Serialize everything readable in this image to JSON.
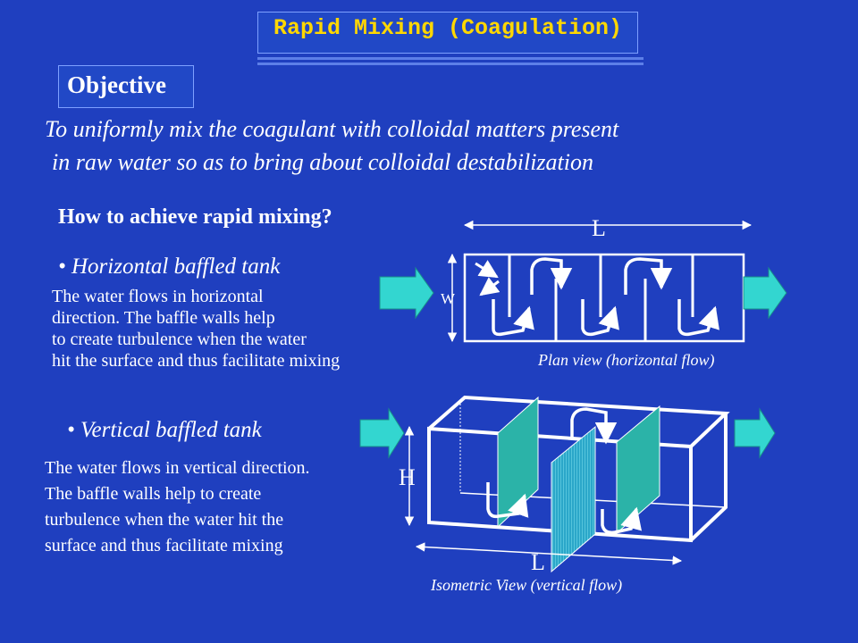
{
  "title": "Rapid Mixing (Coagulation)",
  "objective": {
    "label": "Objective",
    "line1": "To uniformly mix the coagulant with colloidal matters present",
    "line2": "in raw water so as to bring about colloidal destabilization"
  },
  "how_heading": "How to achieve rapid mixing?",
  "horizontal": {
    "heading": "• Horizontal baffled tank",
    "description": "The water flows in horizontal\ndirection. The baffle walls help\nto create turbulence when the water\nhit the surface and thus facilitate mixing",
    "caption": "Plan view (horizontal flow)",
    "length_label": "L",
    "width_label": "W"
  },
  "vertical": {
    "heading": "• Vertical baffled tank",
    "description": "The water flows in vertical direction.\nThe baffle walls help to create\nturbulence when the water hit the\nsurface and thus facilitate mixing",
    "caption": "Isometric View (vertical flow)",
    "height_label": "H",
    "length_label": "L"
  },
  "colors": {
    "background": "#1f3fbf",
    "title_text": "#ffd700",
    "arrow_fill": "#33d6d0",
    "baffle_fill": "#2bb3a8"
  }
}
